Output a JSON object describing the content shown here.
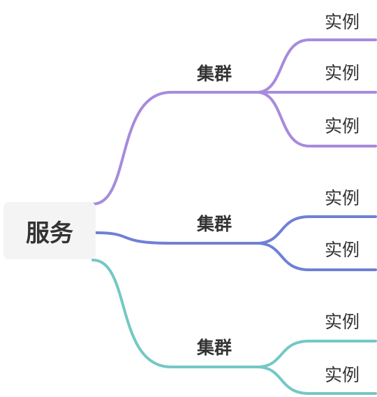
{
  "root": {
    "label": "服务"
  },
  "clusters": [
    {
      "label": "集群",
      "color": "#a78bdc",
      "instances": [
        {
          "label": "实例"
        },
        {
          "label": "实例"
        },
        {
          "label": "实例"
        }
      ]
    },
    {
      "label": "集群",
      "color": "#6f80d6",
      "instances": [
        {
          "label": "实例"
        },
        {
          "label": "实例"
        }
      ]
    },
    {
      "label": "集群",
      "color": "#74c8c4",
      "instances": [
        {
          "label": "实例"
        },
        {
          "label": "实例"
        }
      ]
    }
  ]
}
